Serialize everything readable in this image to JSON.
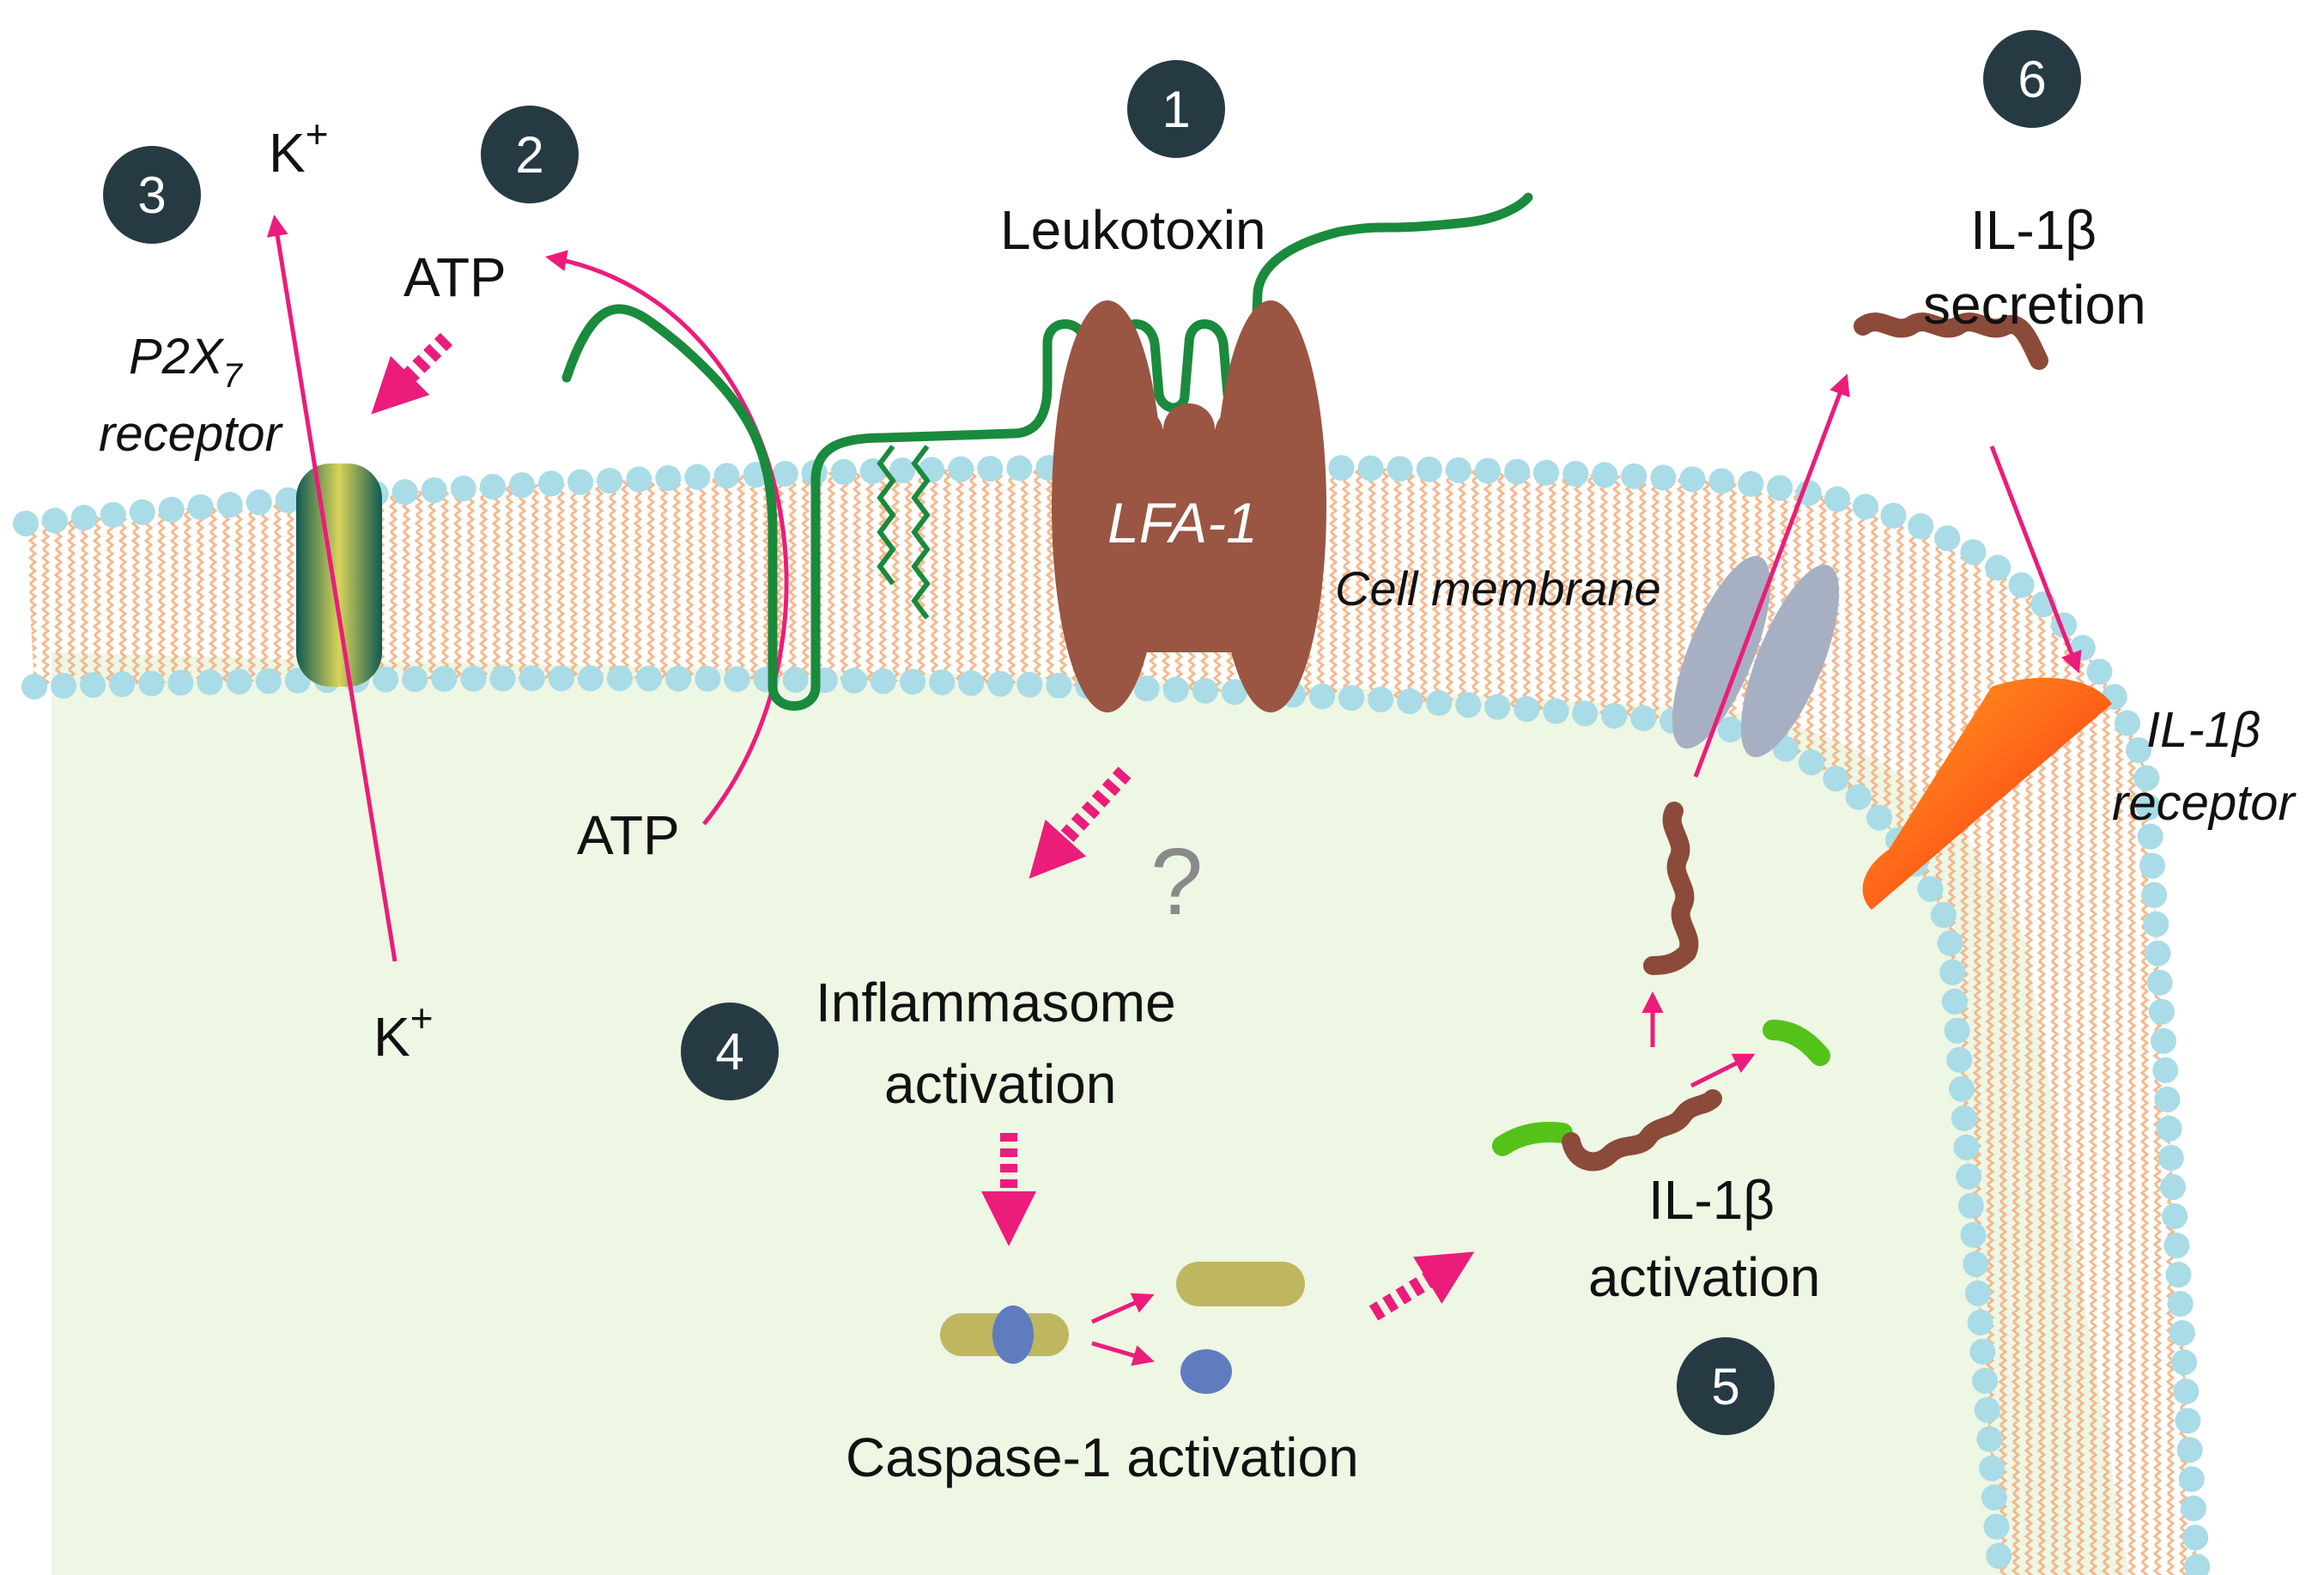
{
  "labels": {
    "leukotoxin": "Leukotoxin",
    "lfa1": "LFA-1",
    "cell_membrane": "Cell membrane",
    "atp_out": "ATP",
    "atp_in": "ATP",
    "k_out": "K",
    "k_in": "K",
    "k_sup": "+",
    "p2x7_line1_base": "P2X",
    "p2x7_line1_sub": "7",
    "p2x7_line2": "receptor",
    "il1b_secretion_line1": "IL-1β",
    "il1b_secretion_line2": "secretion",
    "il1b_receptor_line1": "IL-1β",
    "il1b_receptor_line2": "receptor",
    "inflammasome_line1": "Inflammasome",
    "inflammasome_line2": "activation",
    "caspase": "Caspase-1 activation",
    "il1b_activation_line1": "IL-1β",
    "il1b_activation_line2": "activation",
    "question": "?"
  },
  "steps": [
    "1",
    "2",
    "3",
    "4",
    "5",
    "6"
  ],
  "colors": {
    "step_circle": "#263a44",
    "arrow": "#ec1c7a",
    "leukotoxin": "#1a8a3c",
    "lfa1": "#9a5543",
    "lipid_head": "#a9dce6",
    "lipid_tail": "#f4b183",
    "cytoplasm": "#eef6e4",
    "il1b": "#8b4a3a",
    "pro_domain": "#55c21a",
    "caspase_body": "#bfb660",
    "caspase_core": "#5f7cbf",
    "channel": "#a7b0c2",
    "receptor": "#ff5a1f"
  },
  "icons": [
    "p2x7-channel",
    "lfa1-receptor",
    "il1b-receptor",
    "secretion-channel",
    "il1b-chain",
    "caspase-complex"
  ]
}
